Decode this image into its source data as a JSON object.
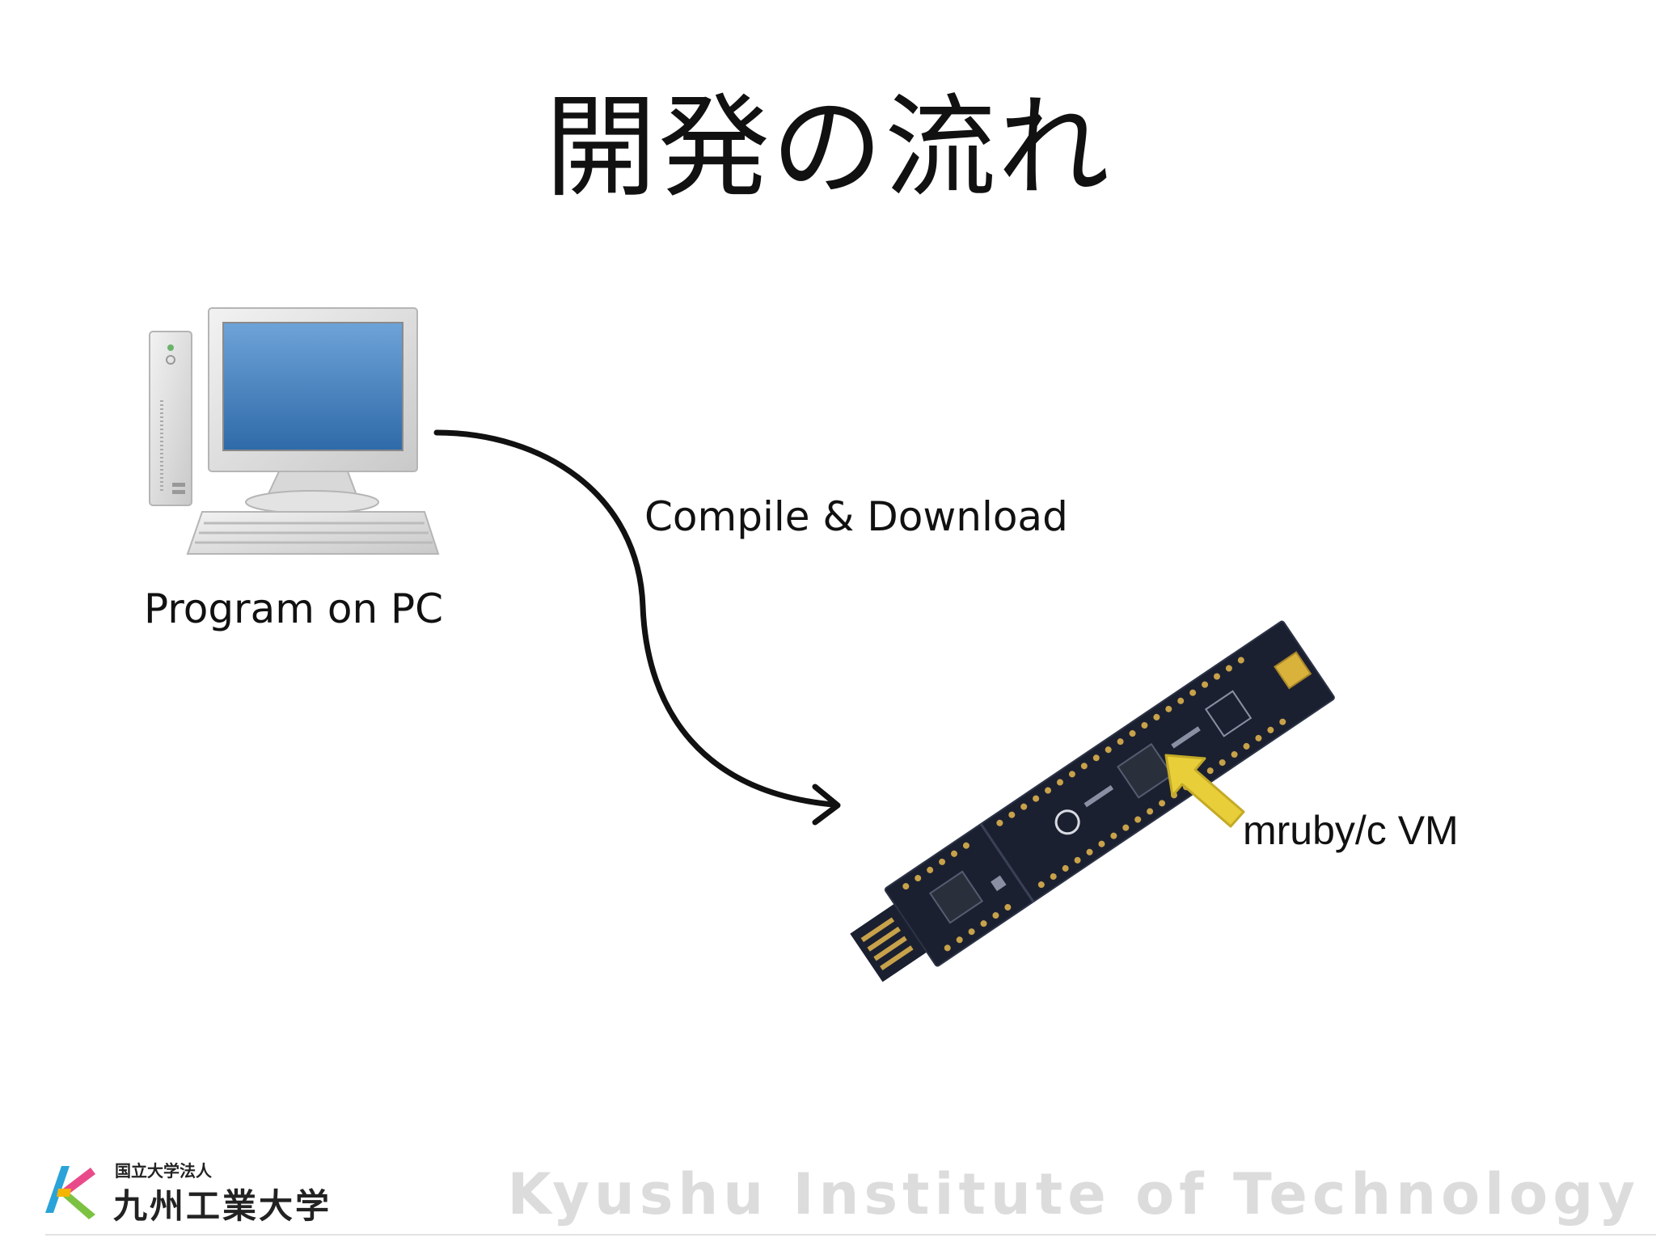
{
  "slide": {
    "title": "開発の流れ",
    "pc_label": "Program on PC",
    "flow_label": "Compile & Download",
    "vm_label": "mruby/c VM"
  },
  "footer": {
    "logo_small": "国立大学法人",
    "logo_name": "九州工業大学",
    "brand": "Kyushu Institute of Technology"
  },
  "colors": {
    "arrow": "#111111",
    "pointer": "#e8cf3a",
    "board": "#1b2030",
    "pads": "#c8a24a",
    "screen": "#4f88c4"
  },
  "icons": [
    "desktop-computer-icon",
    "microcontroller-board-image",
    "curved-arrow-icon",
    "pointer-arrow-icon",
    "kit-logo-icon"
  ]
}
